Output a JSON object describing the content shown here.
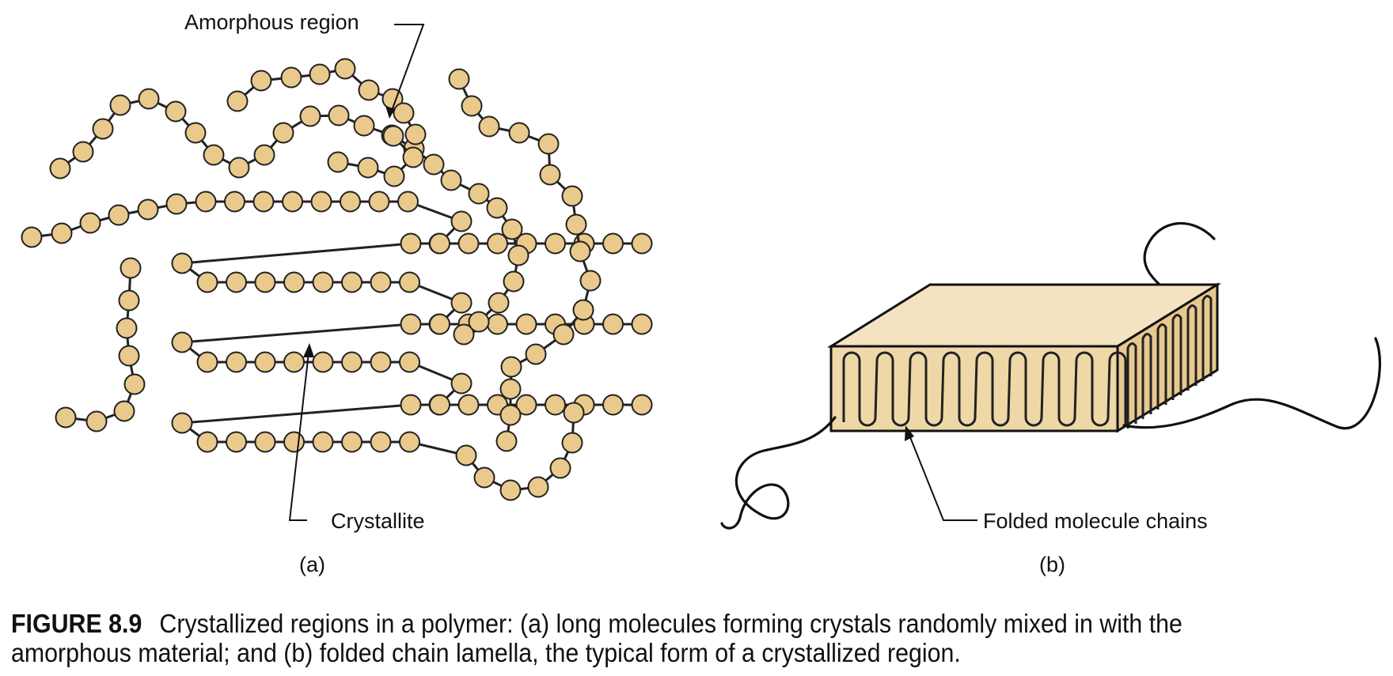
{
  "panel_a": {
    "label_amorphous": "Amorphous region",
    "label_crystallite": "Crystallite",
    "panel_label": "(a)"
  },
  "panel_b": {
    "label_folded": "Folded molecule chains",
    "panel_label": "(b)"
  },
  "caption": {
    "figure_number": "FIGURE 8.9",
    "text": "Crystallized regions in a polymer: (a) long molecules forming crystals randomly mixed in with the amorphous material; and (b) folded chain lamella, the typical form of a crystallized region."
  },
  "colors": {
    "bead_fill": "#e9c98c",
    "block_top": "#f4e3c1",
    "block_front": "#efd8a8",
    "block_side": "#e7c88f",
    "outline": "#111111"
  }
}
